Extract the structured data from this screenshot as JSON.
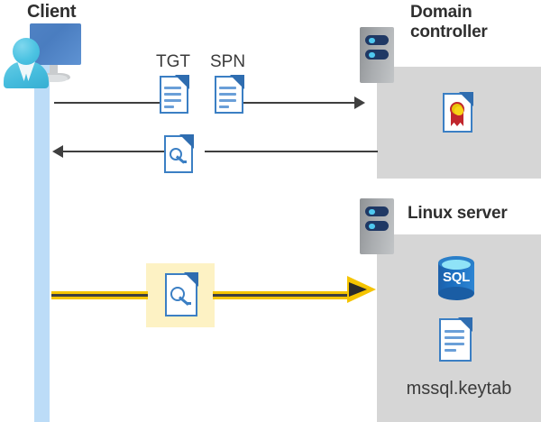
{
  "diagram": {
    "title": "Kerberos authentication flow: Client, Domain controller, Linux server",
    "colors": {
      "panel_gray": "#d6d6d6",
      "lifeline_blue": "#bcdcf7",
      "doc_blue": "#3b7fc4",
      "arrow_dark": "#3f3f3f",
      "highlight_yellow": "#f5c400",
      "highlight_box": "#fdf2c4",
      "heading_text": "#2f2f2f",
      "sql_blue": "#1c6fc0",
      "cert_gold": "#e8c309",
      "cert_red": "#c1272d"
    }
  },
  "client": {
    "title": "Client",
    "icon_name": "user-at-computer-icon",
    "lifeline_name": "client-lifeline"
  },
  "domain_controller": {
    "title": "Domain controller",
    "server_icon": "server-rack-icon",
    "contents": [
      {
        "icon": "certificate-document-icon",
        "label": ""
      }
    ]
  },
  "linux_server": {
    "title": "Linux server",
    "server_icon": "server-rack-icon",
    "contents": [
      {
        "icon": "sql-database-icon",
        "label": "SQL"
      },
      {
        "icon": "keytab-document-icon",
        "label": "mssql.keytab"
      }
    ],
    "database_label": "SQL",
    "keytab_label": "mssql.keytab"
  },
  "flows": [
    {
      "id": "request",
      "direction": "right",
      "from": "client",
      "to": "domain_controller",
      "style": "thin-dark",
      "artifacts": [
        {
          "label": "TGT",
          "icon": "document-icon"
        },
        {
          "label": "SPN",
          "icon": "document-icon"
        }
      ]
    },
    {
      "id": "response",
      "direction": "left",
      "from": "domain_controller",
      "to": "client",
      "style": "thin-dark",
      "artifacts": [
        {
          "label": "",
          "icon": "key-document-icon"
        }
      ]
    },
    {
      "id": "service-ticket",
      "direction": "right",
      "from": "client",
      "to": "linux_server",
      "style": "thick-yellow-highlighted",
      "artifacts": [
        {
          "label": "",
          "icon": "key-document-icon"
        }
      ]
    }
  ],
  "labels": {
    "tgt": "TGT",
    "spn": "SPN"
  }
}
